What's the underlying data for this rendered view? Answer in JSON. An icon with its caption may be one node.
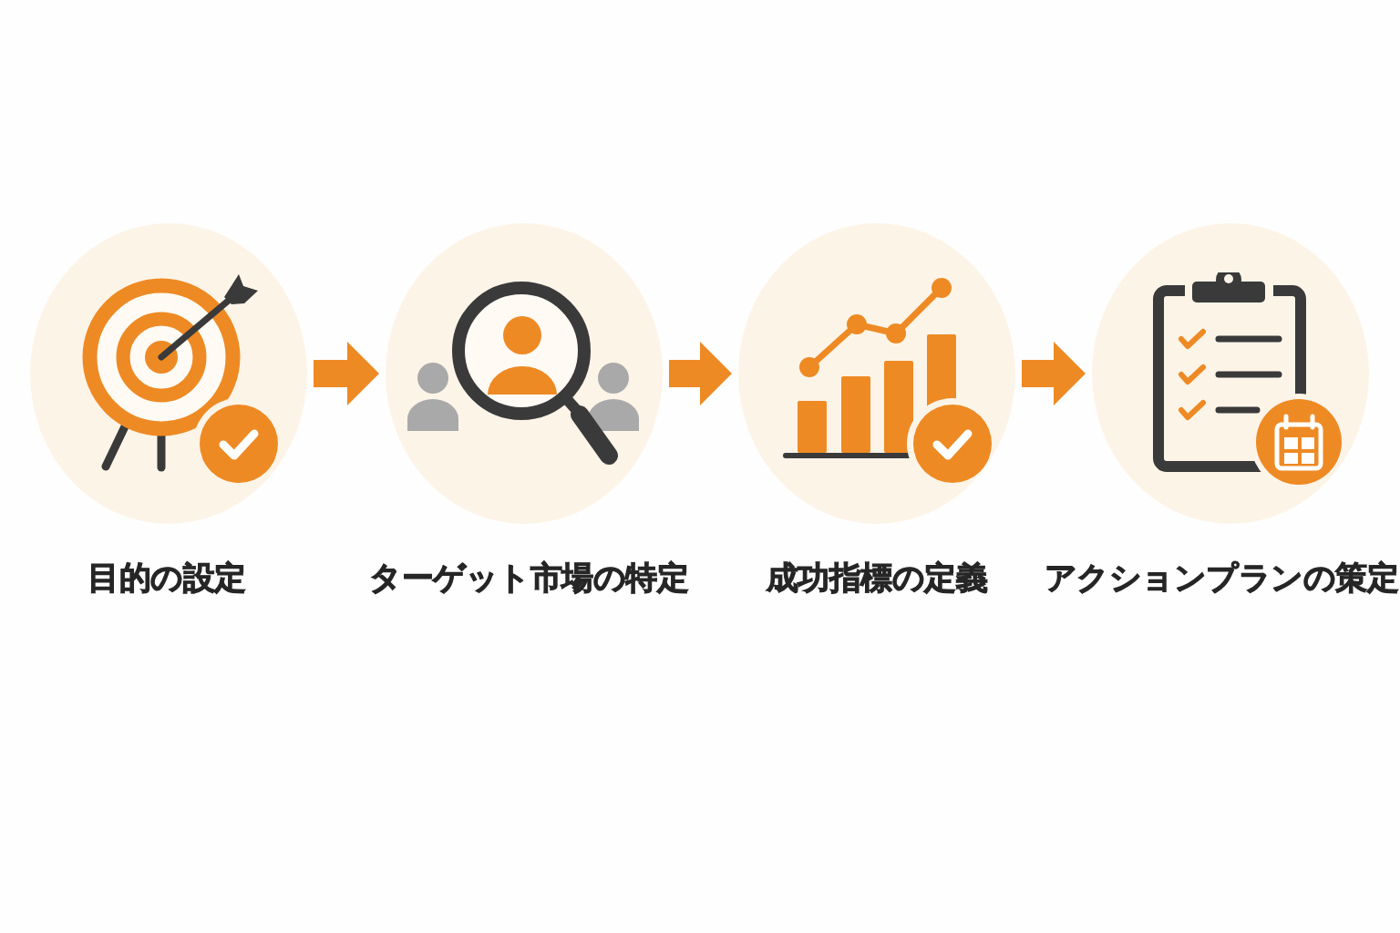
{
  "diagram": {
    "nodes": [
      {
        "text": [],
        "shape": "circle",
        "beside": [
          "目的の設定"
        ]
      },
      {
        "text": [],
        "shape": "circle",
        "beside": [
          "ターゲット市場の特定"
        ]
      },
      {
        "text": [],
        "shape": "circle",
        "beside": [
          "成功指標の定義"
        ]
      },
      {
        "text": [],
        "shape": "circle",
        "beside": [
          "アクションプランの策定"
        ]
      }
    ],
    "edges": [
      {
        "from": 0,
        "to": 1,
        "arrow": "to"
      },
      {
        "from": 1,
        "to": 2,
        "arrow": "to"
      },
      {
        "from": 2,
        "to": 3,
        "arrow": "to"
      }
    ]
  }
}
